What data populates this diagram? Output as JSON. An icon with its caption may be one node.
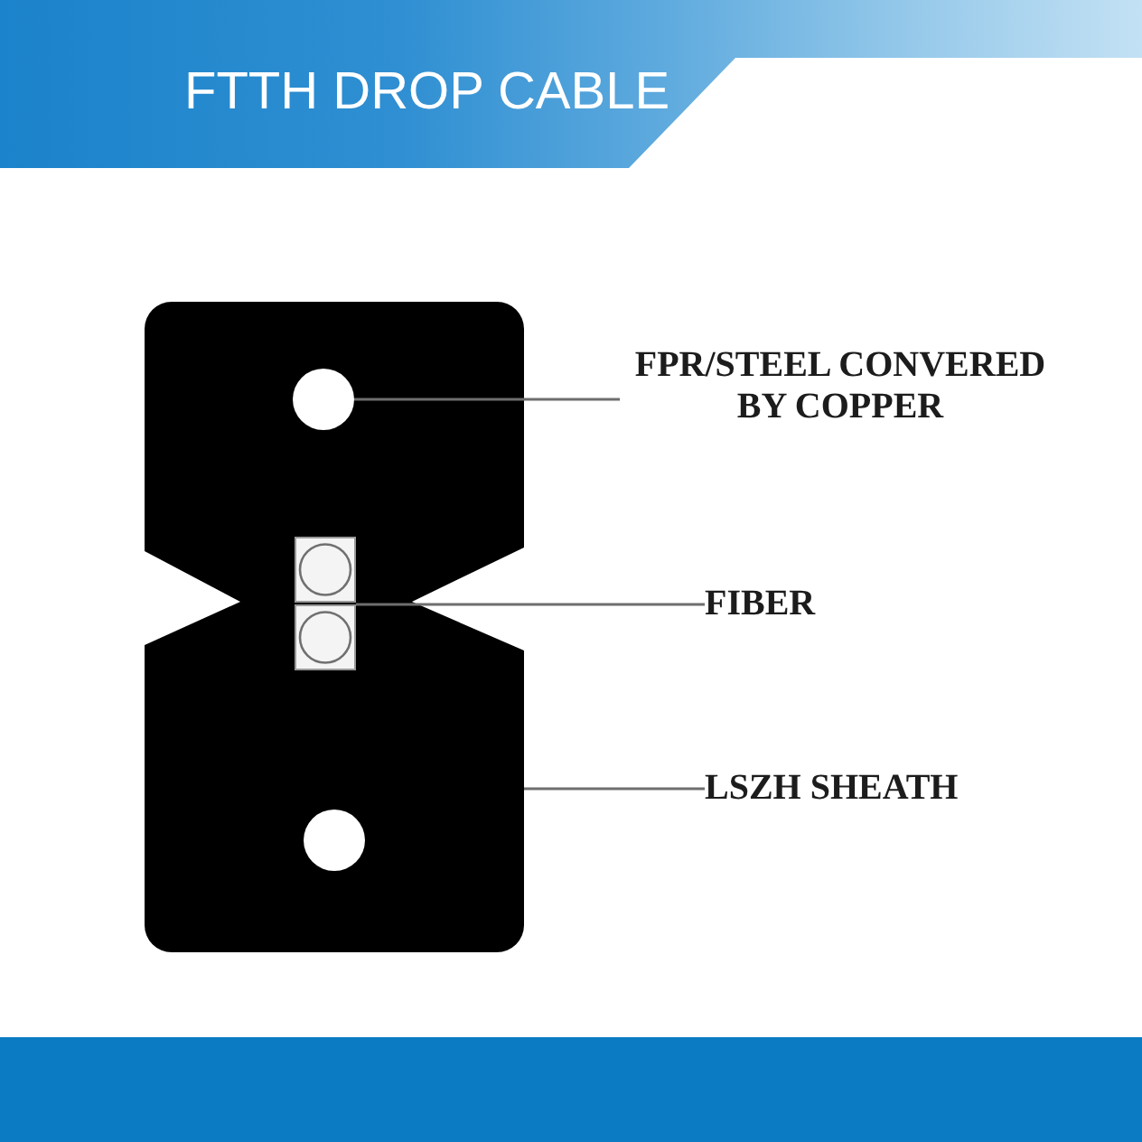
{
  "diagram": {
    "title": "FTTH DROP CABLE",
    "nodes": [
      {
        "text": [],
        "shape": "box"
      },
      {
        "text": [],
        "shape": "circle",
        "in": 0
      },
      {
        "text": [],
        "shape": "box",
        "in": 0
      },
      {
        "text": [
          "FPR/STEEL CONVERED BY COPPER"
        ]
      },
      {
        "text": [
          "FIBER"
        ]
      },
      {
        "text": [
          "LSZH SHEATH"
        ]
      }
    ],
    "edges": [
      {
        "from": 3,
        "to": 1,
        "arrow": "none"
      },
      {
        "from": 4,
        "to": 2,
        "arrow": "none"
      },
      {
        "from": 5,
        "to": 0,
        "arrow": "none"
      }
    ]
  }
}
